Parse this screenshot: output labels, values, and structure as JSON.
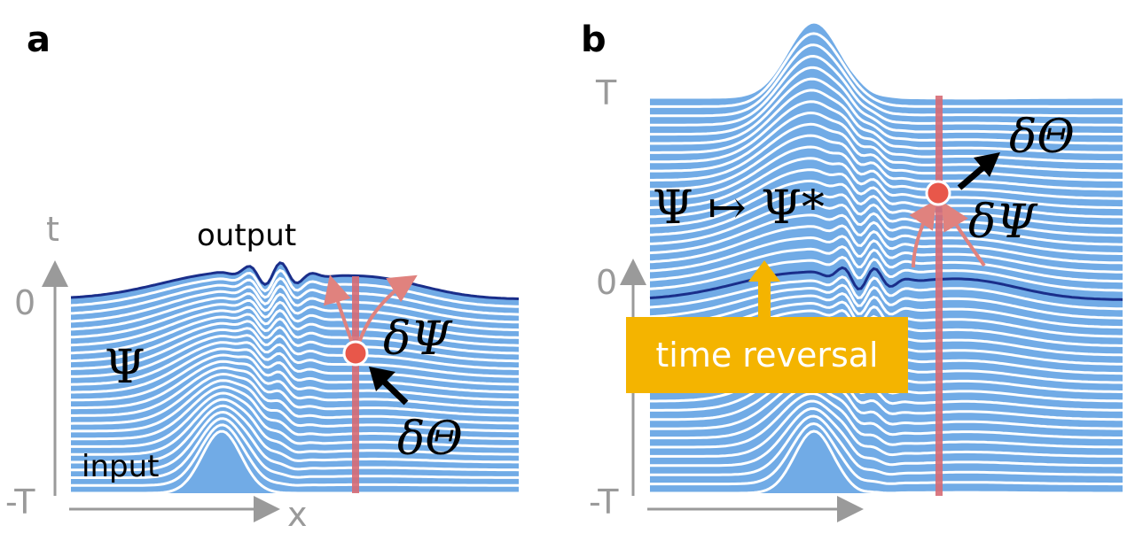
{
  "panel_a": {
    "letter": "a",
    "t_axis_label": "t",
    "x_axis_label": "x",
    "tick_top": "0",
    "tick_bottom": "-T",
    "output_label": "output",
    "input_label": "input",
    "psi_label": "Ψ",
    "dpsi_label": "δΨ",
    "dtheta_label": "δΘ"
  },
  "panel_b": {
    "letter": "b",
    "tick_top": "T",
    "tick_mid": "0",
    "tick_bottom": "-T",
    "conj_label": "Ψ ↦ Ψ*",
    "dtheta_label": "δΘ",
    "dpsi_label": "δΨ",
    "time_reversal_label": "time reversal"
  },
  "colors": {
    "fill_blue": "#71abe6",
    "line_white": "#ffffff",
    "output_line": "#1a2e8a",
    "red_marker": "#e8574a",
    "red_line": "#d66a74",
    "arrow_red": "#e0827e",
    "orange_box": "#f4b400",
    "axis_gray": "#9a9a9a"
  }
}
